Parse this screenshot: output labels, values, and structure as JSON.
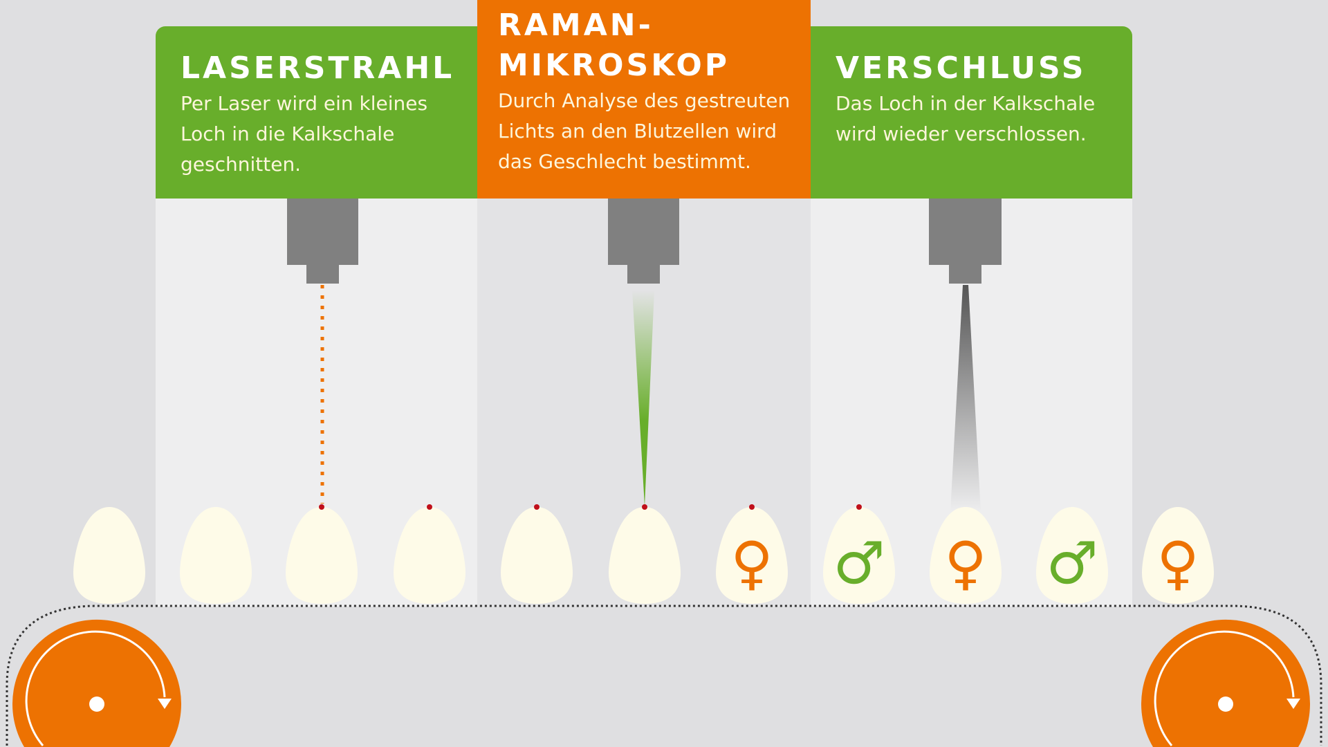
{
  "stations": [
    {
      "title": "LASERSTRAHL",
      "text": "Per Laser wird ein kleines Loch in die Kalkschale geschnitten.",
      "color": "#68ae2b"
    },
    {
      "title": "RAMAN-\nMIKROSKOP",
      "text": "Durch Analyse des gestreuten Lichts an den Blutzellen wird das Geschlecht bestimmt.",
      "color": "#ed7202"
    },
    {
      "title": "VERSCHLUSS",
      "text": "Das Loch in der Kalkschale wird wieder verschlossen.",
      "color": "#68ae2b"
    }
  ],
  "eggs": [
    {
      "hole": false,
      "sex": "",
      "symbol": ""
    },
    {
      "hole": false,
      "sex": "",
      "symbol": ""
    },
    {
      "hole": true,
      "sex": "",
      "symbol": ""
    },
    {
      "hole": true,
      "sex": "",
      "symbol": ""
    },
    {
      "hole": true,
      "sex": "",
      "symbol": ""
    },
    {
      "hole": true,
      "sex": "",
      "symbol": ""
    },
    {
      "hole": true,
      "sex": "female",
      "symbol": "♀"
    },
    {
      "hole": true,
      "sex": "male",
      "symbol": "♂"
    },
    {
      "hole": false,
      "sex": "female",
      "symbol": "♀"
    },
    {
      "hole": false,
      "sex": "male",
      "symbol": "♂"
    },
    {
      "hole": false,
      "sex": "female",
      "symbol": "♀"
    }
  ],
  "colors": {
    "female": "#ed7202",
    "male": "#68ae2b",
    "wheel": "#ed7202",
    "egg": "#fefbe8"
  }
}
